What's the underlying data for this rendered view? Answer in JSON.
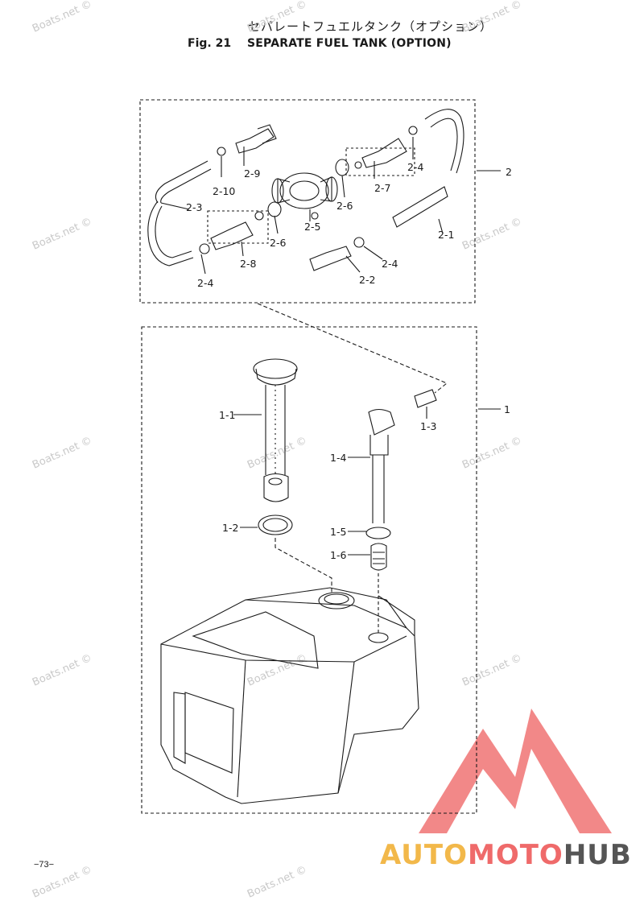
{
  "header": {
    "japanese_title": "セパレートフュエルタンク（オプション）",
    "figure_label": "Fig. 21",
    "title": "SEPARATE FUEL TANK (OPTION)"
  },
  "page_number": "−73−",
  "watermark": "Boats.net ©",
  "brand": {
    "part1": "AUTO",
    "part2": "MOTO",
    "part3": "HUB"
  },
  "callouts": [
    "2",
    "2-1",
    "2-2",
    "2-3",
    "2-4",
    "2-4",
    "2-4",
    "2-5",
    "2-6",
    "2-6",
    "2-7",
    "2-8",
    "2-9",
    "2-10",
    "1",
    "1-1",
    "1-2",
    "1-3",
    "1-4",
    "1-5",
    "1-6"
  ],
  "colors": {
    "line": "#1a1a1a",
    "watermark": "#c9c9c9",
    "brand_orange": "#f2b84a",
    "brand_red": "#ef6a6a",
    "brand_gray": "#555555"
  }
}
